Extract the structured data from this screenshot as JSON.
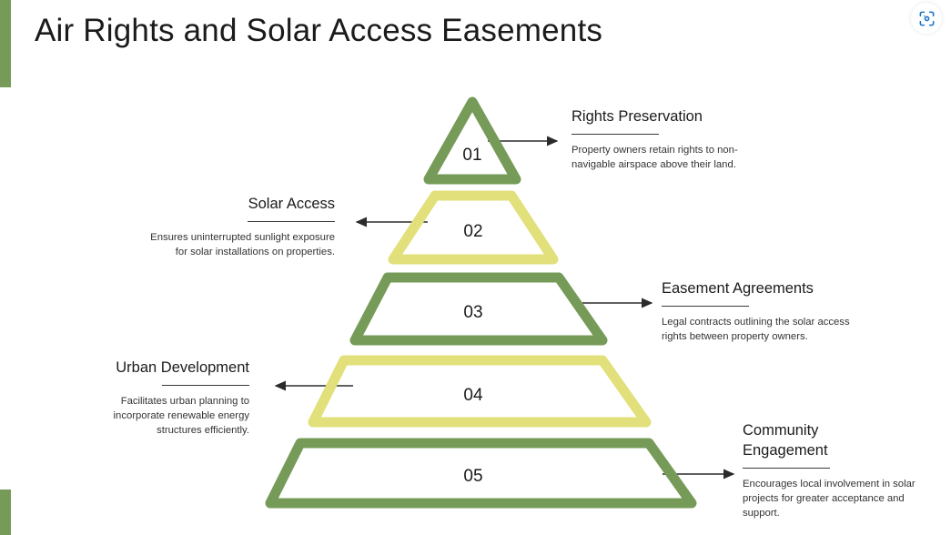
{
  "slide": {
    "title": "Air Rights and Solar Access Easements",
    "accent_color": "#769B58",
    "alt_color": "#E2E07A"
  },
  "capture_button": {
    "icon": "scan-capture-icon",
    "color": "#1a73c8"
  },
  "pyramid": {
    "tiers": [
      {
        "number": "01",
        "shape": "triangle",
        "color": "#769B58",
        "side": "right",
        "heading": "Rights Preservation",
        "body": "Property owners retain rights to non-navigable airspace above their land."
      },
      {
        "number": "02",
        "shape": "trapezoid",
        "color": "#E2E07A",
        "side": "left",
        "heading": "Solar Access",
        "body": "Ensures uninterrupted sunlight exposure for solar installations on properties."
      },
      {
        "number": "03",
        "shape": "trapezoid",
        "color": "#769B58",
        "side": "right",
        "heading": "Easement Agreements",
        "body": "Legal contracts outlining the solar access rights between property owners."
      },
      {
        "number": "04",
        "shape": "trapezoid",
        "color": "#E2E07A",
        "side": "left",
        "heading": "Urban Development",
        "body": "Facilitates urban planning to incorporate renewable energy structures efficiently."
      },
      {
        "number": "05",
        "shape": "trapezoid",
        "color": "#769B58",
        "side": "right",
        "heading": "Community\nEngagement",
        "body": "Encourages local involvement in solar projects for greater acceptance and support."
      }
    ]
  }
}
